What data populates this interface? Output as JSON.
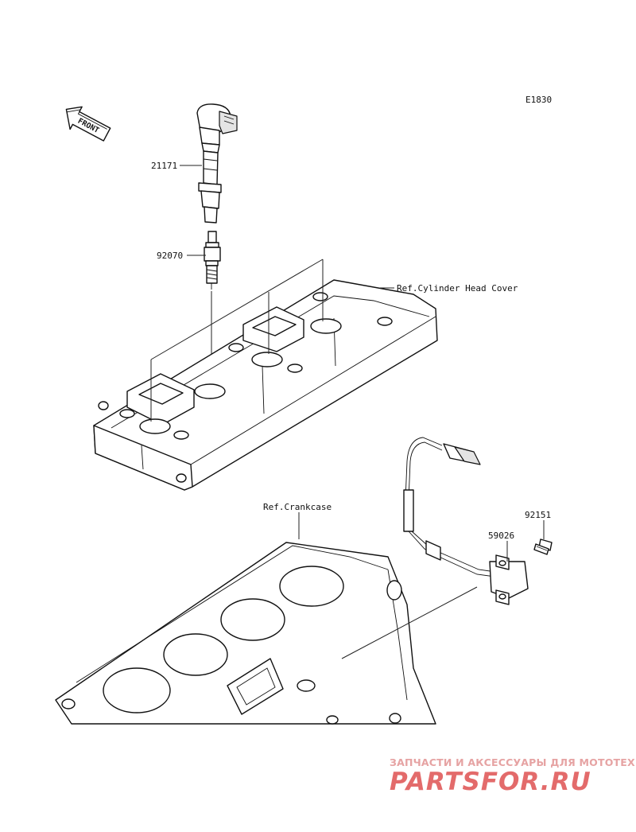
{
  "diagram": {
    "code": "E1830",
    "front_label": "FRONT",
    "parts": [
      {
        "number": "21171",
        "name": "ignition-coil"
      },
      {
        "number": "92070",
        "name": "spark-plug"
      },
      {
        "number": "92151",
        "name": "bolt"
      },
      {
        "number": "59026",
        "name": "pickup-sensor"
      }
    ],
    "references": [
      {
        "text": "Ref.Cylinder Head Cover"
      },
      {
        "text": "Ref.Crankcase"
      }
    ]
  },
  "watermark": {
    "tagline": "ЗАПЧАСТИ И АКСЕССУАРЫ ДЛЯ МОТОТЕХНИКИ",
    "brand": "PARTSFOR.RU",
    "color": "#e36b6b"
  }
}
